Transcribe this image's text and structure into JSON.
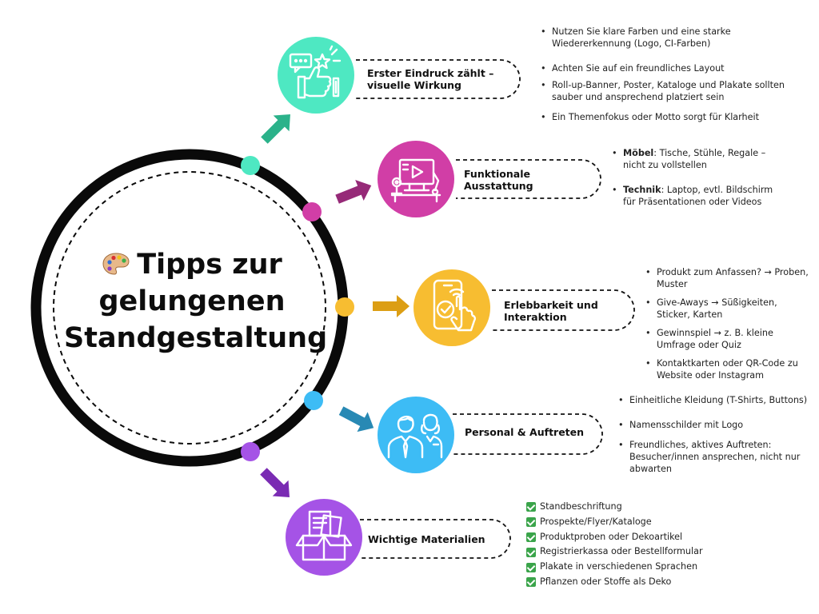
{
  "title": {
    "line1": "Tipps zur",
    "line2": "gelungenen",
    "line3": "Standgestaltung"
  },
  "colors": {
    "teal": "#4ee8c2",
    "magenta": "#d13ea6",
    "yellow": "#f7bd31",
    "blue": "#3dbcf5",
    "purple": "#a553e6",
    "ring": "#0a0a0a"
  },
  "sections": [
    {
      "label": "Erster Eindruck zählt – visuelle Wirkung",
      "icon": "thumbs-up-feedback-icon",
      "color": "#4ee8c2",
      "bullets": [
        "Nutzen Sie klare Farben und eine starke Wiedererkennung (Logo, CI-Farben)",
        "Achten Sie auf ein freundliches Layout",
        "Roll-up-Banner, Poster, Kataloge und Plakate sollten sauber und ansprechend platziert sein",
        "Ein Themenfokus oder Motto sorgt für Klarheit"
      ]
    },
    {
      "label": "Funktionale Ausstattung",
      "icon": "desk-computer-icon",
      "color": "#d13ea6",
      "bullets": [
        {
          "bold": "Möbel",
          "text": ": Tische, Stühle, Regale – nicht zu vollstellen"
        },
        {
          "bold": "Technik",
          "text": ": Laptop, evtl. Bildschirm für Präsentationen oder Videos"
        }
      ]
    },
    {
      "label": "Erlebbarkeit und Interaktion",
      "icon": "touch-phone-icon",
      "color": "#f7bd31",
      "bullets": [
        "Produkt zum Anfassen? → Proben, Muster",
        "Give-Aways → Süßigkeiten, Sticker, Karten",
        "Gewinnspiel → z. B. kleine Umfrage oder Quiz",
        "Kontaktkarten oder QR-Code zu Website oder Instagram"
      ]
    },
    {
      "label": "Personal & Auftreten",
      "icon": "staff-people-icon",
      "color": "#3dbcf5",
      "bullets": [
        "Einheitliche Kleidung (T-Shirts, Buttons)",
        "Namensschilder mit Logo",
        "Freundliches, aktives Auftreten: Besucher/innen ansprechen, nicht nur abwarten"
      ]
    },
    {
      "label": "Wichtige Materialien",
      "icon": "materials-box-icon",
      "color": "#a553e6",
      "checklist": [
        "Standbeschriftung",
        "Prospekte/Flyer/Kataloge",
        "Produktproben oder Dekoartikel",
        "Registrierkassa oder Bestellformular",
        "Plakate in verschiedenen Sprachen",
        "Pflanzen oder Stoffe als Deko"
      ]
    }
  ]
}
